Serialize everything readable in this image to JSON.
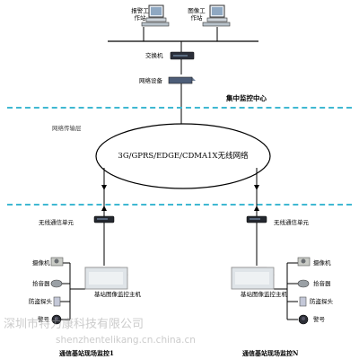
{
  "top": {
    "workstation_1": "报警工\n作站",
    "workstation_2": "图像工\n作站",
    "switch": "交换机",
    "network_device": "网络设备",
    "center": "集中监控中心"
  },
  "middle": {
    "transport_layer": "网络传输层",
    "wireless_network": "3G/GPRS/EDGE/CDMA1X无线网络"
  },
  "sites": {
    "wireless_unit_left": "无线通信单元",
    "wireless_unit_right": "无线通信单元",
    "host_left": "基站图像监控主机",
    "host_right": "基站图像监控主机",
    "left_devices": [
      "摄像机",
      "拾音器",
      "防盗探头",
      "警号"
    ],
    "right_devices": [
      "摄像机",
      "拾音器",
      "防盗探头",
      "警号"
    ],
    "site_left": "通信基站现场监控1",
    "site_right": "通信基站现场监控N"
  },
  "watermark": {
    "line1": "深圳市特力康科技有限公司",
    "line2": "shenzhentelikang.cn.china.cn"
  }
}
